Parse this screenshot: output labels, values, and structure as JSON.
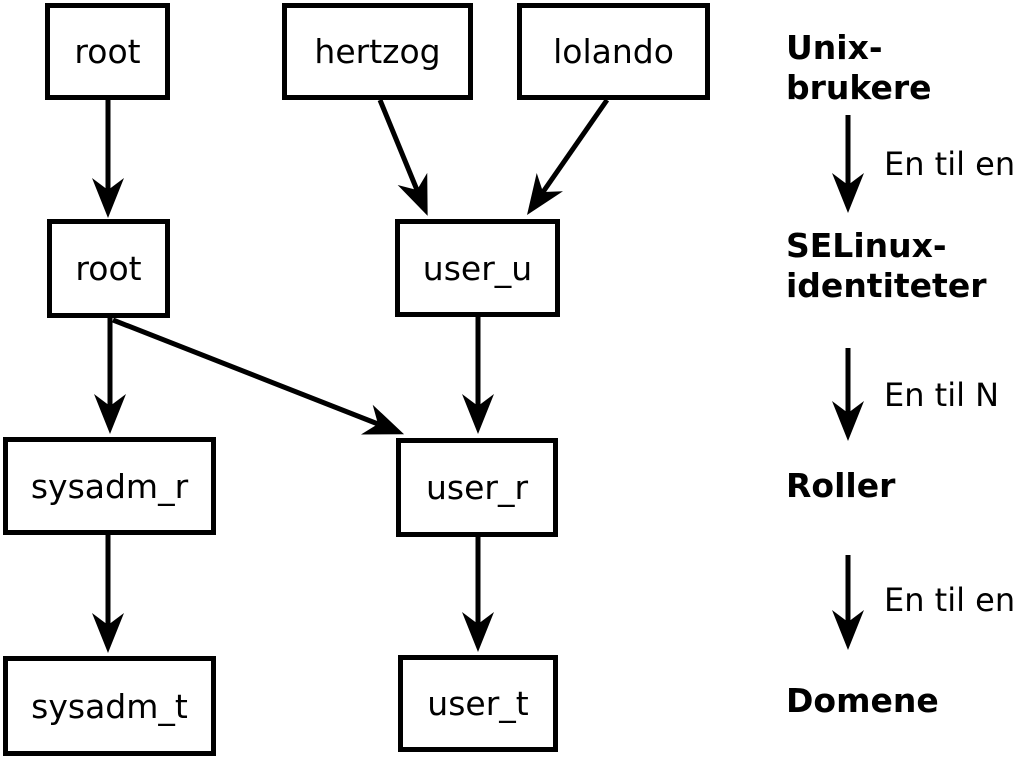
{
  "nodes": {
    "unix_root": {
      "label": "root"
    },
    "hertzog": {
      "label": "hertzog"
    },
    "lolando": {
      "label": "lolando"
    },
    "selinux_root": {
      "label": "root"
    },
    "user_u": {
      "label": "user_u"
    },
    "sysadm_r": {
      "label": "sysadm_r"
    },
    "user_r": {
      "label": "user_r"
    },
    "sysadm_t": {
      "label": "sysadm_t"
    },
    "user_t": {
      "label": "user_t"
    }
  },
  "edges": [
    {
      "from": "unix_root",
      "to": "selinux_root"
    },
    {
      "from": "hertzog",
      "to": "user_u"
    },
    {
      "from": "lolando",
      "to": "user_u"
    },
    {
      "from": "selinux_root",
      "to": "sysadm_r"
    },
    {
      "from": "selinux_root",
      "to": "user_r"
    },
    {
      "from": "user_u",
      "to": "user_r"
    },
    {
      "from": "sysadm_r",
      "to": "sysadm_t"
    },
    {
      "from": "user_r",
      "to": "user_t"
    }
  ],
  "legend": {
    "levels": [
      {
        "label": "Unix-brukere"
      },
      {
        "label": "SELinux-\nidentiteter"
      },
      {
        "label": "Roller"
      },
      {
        "label": "Domene"
      }
    ],
    "mappings": [
      {
        "label": "En til en"
      },
      {
        "label": "En til N"
      },
      {
        "label": "En til en"
      }
    ]
  },
  "colors": {
    "foreground": "#000000",
    "background": "#ffffff"
  }
}
